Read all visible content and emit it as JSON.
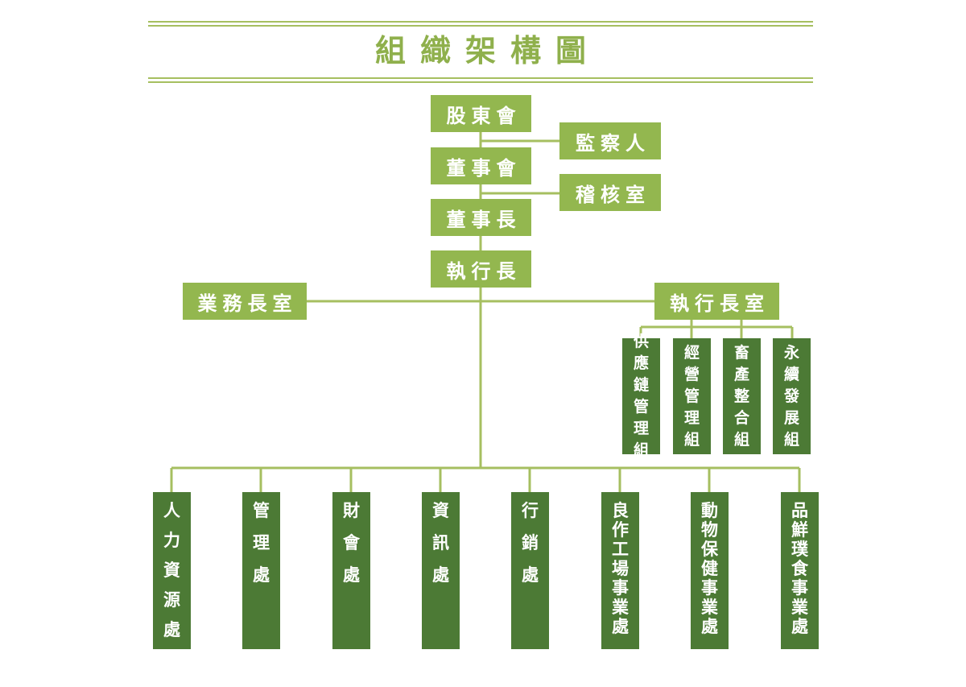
{
  "title": "組織架構圖",
  "colors": {
    "accent": "#93b74f",
    "dark": "#4c7a35",
    "line": "#a6bf60"
  },
  "top": {
    "shareholders": "股東會",
    "supervisor": "監察人",
    "board": "董事會",
    "audit": "稽核室",
    "chairman": "董事長",
    "ceo": "執行長",
    "coo_office": "業務長室",
    "ceo_office": "執行長室"
  },
  "ceo_office_groups": [
    {
      "label": "供應鏈管理組"
    },
    {
      "label": "經營管理組"
    },
    {
      "label": "畜產整合組"
    },
    {
      "label": "永續發展組"
    }
  ],
  "departments": [
    {
      "label": "人力資源處"
    },
    {
      "label": "管理處"
    },
    {
      "label": "財會處"
    },
    {
      "label": "資訊處"
    },
    {
      "label": "行銷處"
    },
    {
      "label": "良作工場事業處"
    },
    {
      "label": "動物保健事業處"
    },
    {
      "label": "品鮮璞食事業處"
    }
  ]
}
